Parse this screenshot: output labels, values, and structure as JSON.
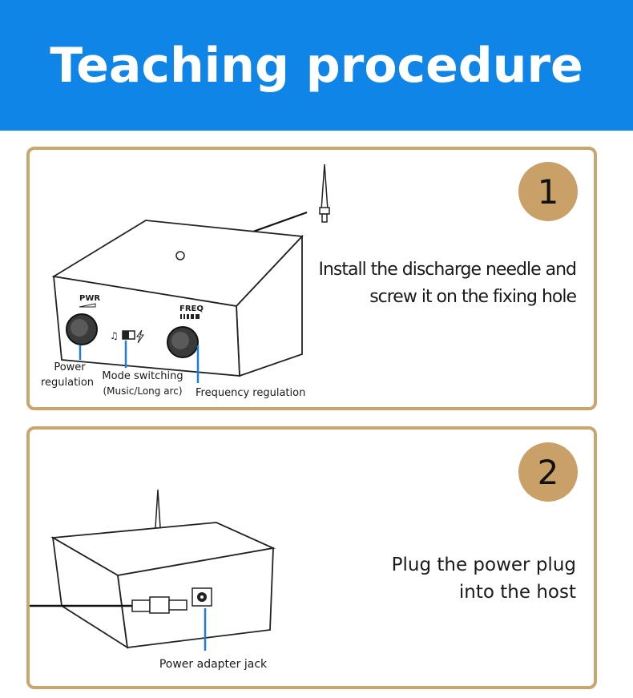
{
  "header": {
    "title": "Teaching procedure"
  },
  "steps": [
    {
      "number": "1",
      "description": [
        "Install the discharge needle and",
        "screw it on the fixing hole"
      ],
      "device_labels": {
        "power_knob": "PWR",
        "freq_knob": "FREQ"
      },
      "callouts": {
        "power": [
          "Power",
          "regulation"
        ],
        "mode": [
          "Mode switching",
          "(Music/Long arc)"
        ],
        "frequency": "Frequency regulation"
      }
    },
    {
      "number": "2",
      "description": [
        "Plug the power plug",
        "into the host"
      ],
      "callouts": {
        "jack": "Power adapter jack"
      }
    }
  ],
  "colors": {
    "banner": "#0f85e8",
    "frame": "#caa56e",
    "badge": "#c9a168",
    "callout_line": "#1f7fd6"
  }
}
